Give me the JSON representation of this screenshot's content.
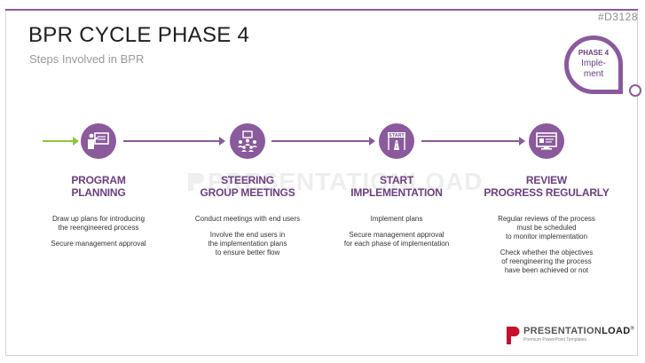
{
  "page": {
    "code": "#D3128",
    "title": "BPR CYCLE PHASE 4",
    "subtitle": "Steps Involved in BPR"
  },
  "badge": {
    "label": "PHASE 4",
    "text": "Imple-\nment"
  },
  "watermark": "PRESENTATIONLOAD",
  "steps": [
    {
      "icon": "planning-board-icon",
      "title": "PROGRAM\nPLANNING",
      "desc": [
        "Draw up plans for introducing\nthe reengineered process",
        "Secure management approval"
      ]
    },
    {
      "icon": "group-meeting-icon",
      "title": "STEERING\nGROUP MEETINGS",
      "desc": [
        "Conduct meetings with end users",
        "Involve the end users in\nthe implementation plans\nto ensure better flow"
      ]
    },
    {
      "icon": "start-road-icon",
      "title": "START\nIMPLEMENTATION",
      "desc": [
        "Implement plans",
        "Secure management approval\nfor each phase of implementation"
      ]
    },
    {
      "icon": "review-browser-icon",
      "title": "REVIEW\nPROGRESS REGULARLY",
      "desc": [
        "Regular reviews of the process\nmust be scheduled\nto monitor implementation",
        "Check whether the objectives\nof reengineering the process\nhave been achieved or not"
      ]
    }
  ],
  "start_sign": "START",
  "logo": {
    "name_light": "PRESENTATION",
    "name_bold": "LOAD",
    "registered": "®",
    "tagline": "Premium PowerPoint Templates"
  },
  "colors": {
    "accent": "#8a5a9d",
    "accent_dark": "#6b3f80",
    "lead_in": "#8cc63f"
  }
}
